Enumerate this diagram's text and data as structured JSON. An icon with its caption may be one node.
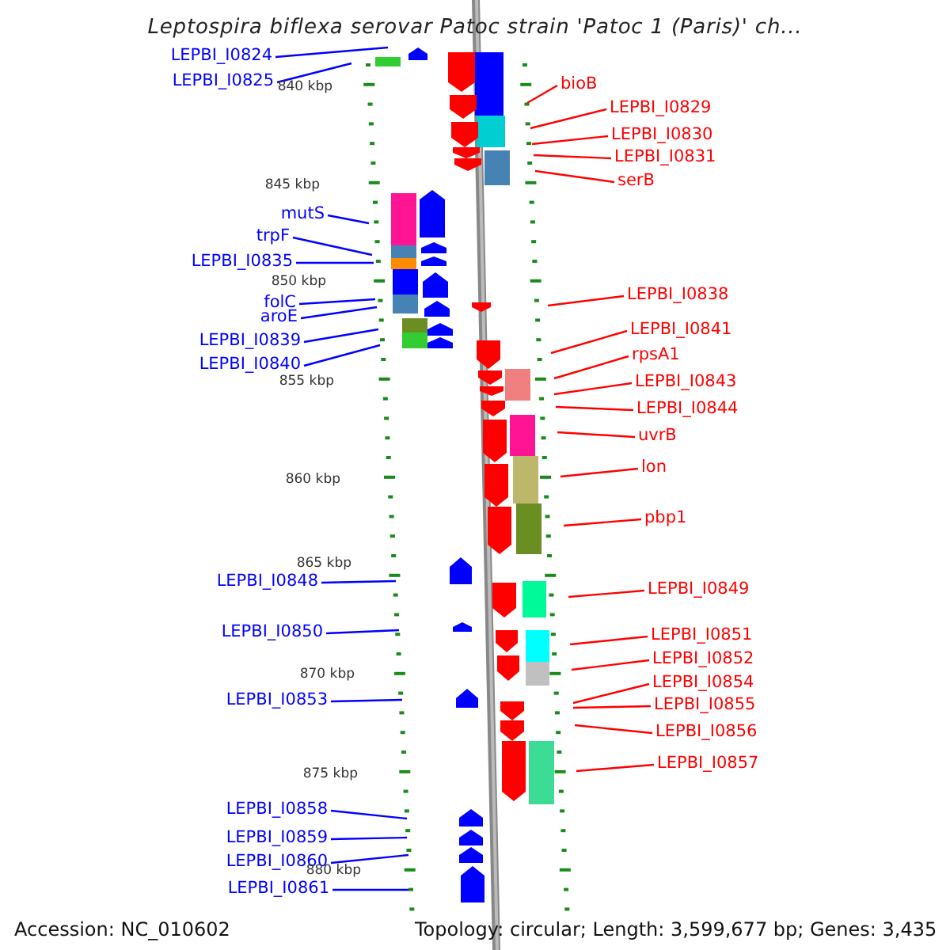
{
  "diagram": {
    "title": "Leptospira biflexa serovar Patoc strain 'Patoc 1 (Paris)' ch...",
    "nodes": [
      {
        "text": [
          "LEPBI_I0824"
        ]
      },
      {
        "text": [
          "LEPBI_I0825"
        ]
      },
      {
        "text": [
          "mutS"
        ]
      },
      {
        "text": [
          "trpF"
        ]
      },
      {
        "text": [
          "LEPBI_I0835"
        ]
      },
      {
        "text": [
          "folC"
        ]
      },
      {
        "text": [
          "aroE"
        ]
      },
      {
        "text": [
          "LEPBI_I0839"
        ]
      },
      {
        "text": [
          "LEPBI_I0840"
        ]
      },
      {
        "text": [
          "LEPBI_I0848"
        ]
      },
      {
        "text": [
          "LEPBI_I0850"
        ]
      },
      {
        "text": [
          "LEPBI_I0853"
        ]
      },
      {
        "text": [
          "LEPBI_I0858"
        ]
      },
      {
        "text": [
          "LEPBI_I0859"
        ]
      },
      {
        "text": [
          "LEPBI_I0860"
        ]
      },
      {
        "text": [
          "LEPBI_I0861"
        ]
      },
      {
        "text": [
          "bioB"
        ]
      },
      {
        "text": [
          "LEPBI_I0829"
        ]
      },
      {
        "text": [
          "LEPBI_I0830"
        ]
      },
      {
        "text": [
          "LEPBI_I0831"
        ]
      },
      {
        "text": [
          "serB"
        ]
      },
      {
        "text": [
          "LEPBI_I0838"
        ]
      },
      {
        "text": [
          "LEPBI_I0841"
        ]
      },
      {
        "text": [
          "rpsA1"
        ]
      },
      {
        "text": [
          "LEPBI_I0843"
        ]
      },
      {
        "text": [
          "LEPBI_I0844"
        ]
      },
      {
        "text": [
          "uvrB"
        ]
      },
      {
        "text": [
          "lon"
        ]
      },
      {
        "text": [
          "pbp1"
        ]
      },
      {
        "text": [
          "LEPBI_I0849"
        ]
      },
      {
        "text": [
          "LEPBI_I0851"
        ]
      },
      {
        "text": [
          "LEPBI_I0852"
        ]
      },
      {
        "text": [
          "LEPBI_I0854"
        ]
      },
      {
        "text": [
          "LEPBI_I0855"
        ]
      },
      {
        "text": [
          "LEPBI_I0856"
        ]
      },
      {
        "text": [
          "LEPBI_I0857"
        ]
      }
    ],
    "edges": [
      {
        "from": 0,
        "to": null,
        "arrow": "none",
        "color": "#0000ff"
      },
      {
        "from": 1,
        "to": null,
        "arrow": "none",
        "color": "#0000ff"
      },
      {
        "from": 2,
        "to": null,
        "arrow": "none",
        "color": "#0000ff"
      },
      {
        "from": 3,
        "to": null,
        "arrow": "none",
        "color": "#0000ff"
      },
      {
        "from": 4,
        "to": null,
        "arrow": "none",
        "color": "#0000ff"
      },
      {
        "from": 5,
        "to": null,
        "arrow": "none",
        "color": "#0000ff"
      },
      {
        "from": 6,
        "to": null,
        "arrow": "none",
        "color": "#0000ff"
      },
      {
        "from": 7,
        "to": null,
        "arrow": "none",
        "color": "#0000ff"
      },
      {
        "from": 8,
        "to": null,
        "arrow": "none",
        "color": "#0000ff"
      },
      {
        "from": 9,
        "to": null,
        "arrow": "none",
        "color": "#0000ff"
      },
      {
        "from": 10,
        "to": null,
        "arrow": "none",
        "color": "#0000ff"
      },
      {
        "from": 11,
        "to": null,
        "arrow": "none",
        "color": "#0000ff"
      },
      {
        "from": 12,
        "to": null,
        "arrow": "none",
        "color": "#0000ff"
      },
      {
        "from": 13,
        "to": null,
        "arrow": "none",
        "color": "#0000ff"
      },
      {
        "from": 14,
        "to": null,
        "arrow": "none",
        "color": "#0000ff"
      },
      {
        "from": 15,
        "to": null,
        "arrow": "none",
        "color": "#0000ff"
      },
      {
        "from": 16,
        "to": null,
        "arrow": "none"
      },
      {
        "from": 17,
        "to": null,
        "arrow": "none"
      },
      {
        "from": 18,
        "to": null,
        "arrow": "none"
      },
      {
        "from": 19,
        "to": null,
        "arrow": "none"
      },
      {
        "from": 20,
        "to": null,
        "arrow": "none"
      },
      {
        "from": 21,
        "to": null,
        "arrow": "none"
      },
      {
        "from": 22,
        "to": null,
        "arrow": "none"
      },
      {
        "from": 23,
        "to": null,
        "arrow": "none"
      },
      {
        "from": 24,
        "to": null,
        "arrow": "none"
      },
      {
        "from": 25,
        "to": null,
        "arrow": "none"
      },
      {
        "from": 26,
        "to": null,
        "arrow": "none"
      },
      {
        "from": 27,
        "to": null,
        "arrow": "none"
      },
      {
        "from": 28,
        "to": null,
        "arrow": "none"
      },
      {
        "from": 29,
        "to": null,
        "arrow": "none"
      },
      {
        "from": 30,
        "to": null,
        "arrow": "none"
      },
      {
        "from": 31,
        "to": null,
        "arrow": "none"
      },
      {
        "from": 32,
        "to": null,
        "arrow": "none"
      },
      {
        "from": 33,
        "to": null,
        "arrow": "none"
      },
      {
        "from": 34,
        "to": null,
        "arrow": "none"
      },
      {
        "from": 35,
        "to": null,
        "arrow": "none"
      }
    ],
    "labels": [
      "840 kbp",
      "845 kbp",
      "850 kbp",
      "855 kbp",
      "860 kbp",
      "865 kbp",
      "870 kbp",
      "875 kbp",
      "880 kbp",
      "Accession: NC_010602",
      "Topology: circular; Length: 3,599,677 bp; Genes: 3,435"
    ]
  }
}
